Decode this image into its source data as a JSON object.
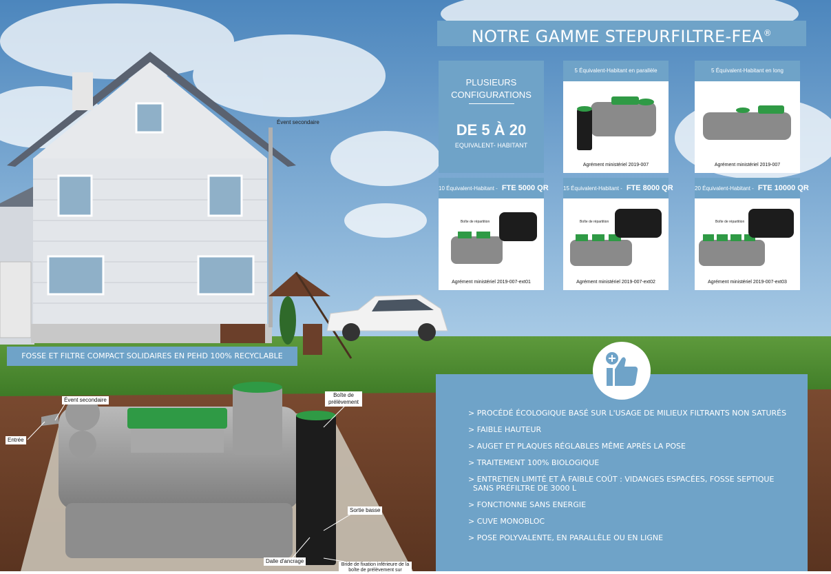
{
  "title": "NOTRE GAMME STEPURFILTRE-FEA",
  "title_mark": "®",
  "config": {
    "line1": "PLUSIEURS",
    "line2": "CONFIGURATIONS",
    "range": "DE 5 À 20",
    "unit": "EQUIVALENT- HABITANT"
  },
  "cards": [
    {
      "head": "5 Équivalent-Habitant en parallèle",
      "model": "",
      "caption": "Agrément ministériel 2019-007"
    },
    {
      "head": "5 Équivalent-Habitant en long",
      "model": "",
      "caption": "Agrément ministériel 2019-007"
    },
    {
      "head": "10 Équivalent-Habitant  -",
      "model": "FTE 5000 QR",
      "caption": "Agrément ministériel 2019-007-ext01",
      "tag": "Boîte de répartition"
    },
    {
      "head": "15 Équivalent-Habitant  -",
      "model": "FTE 8000 QR",
      "caption": "Agrément ministériel 2019-007-ext02",
      "tag": "Boîte de répartition"
    },
    {
      "head": "20 Équivalent-Habitant  -",
      "model": "FTE 10000 QR",
      "caption": "Agrément ministériel 2019-007-ext03",
      "tag": "Boîte de répartition"
    }
  ],
  "banner": "FOSSE ET FILTRE COMPACT SOLIDAIRES EN PEHD 100% RECYCLABLE",
  "features": [
    "> PROCÉDÉ ÉCOLOGIQUE BASÉ SUR L'USAGE DE MILIEUX FILTRANTS NON SATURÉS",
    "> FAIBLE HAUTEUR",
    "> AUGET ET PLAQUES RÉGLABLES MÊME APRÈS LA POSE",
    "> TRAITEMENT 100% BIOLOGIQUE",
    "> ENTRETIEN LIMITÉ ET À FAIBLE COÛT : VIDANGES ESPACÉES, FOSSE SEPTIQUE",
    "> FONCTIONNE SANS ENERGIE",
    "> CUVE MONOBLOC",
    "> POSE POLYVALENTE, EN PARALLÈLE OU EN LIGNE"
  ],
  "feature_cont": "SANS PRÉFILTRE DE 3000 L",
  "labels": {
    "event_roof": "Évent secondaire",
    "event": "Évent secondaire",
    "entree": "Entrée",
    "boite": "Boîte de prélèvement",
    "sortie": "Sortie basse",
    "dalle": "Dalle d'ancrage",
    "bride": "Bride de fixation inférieure de la boîte de prélèvement sur"
  },
  "colors": {
    "panel": "#6fa3c8",
    "grass": "#4a8a2e",
    "tank_lid": "#3a9a48"
  }
}
